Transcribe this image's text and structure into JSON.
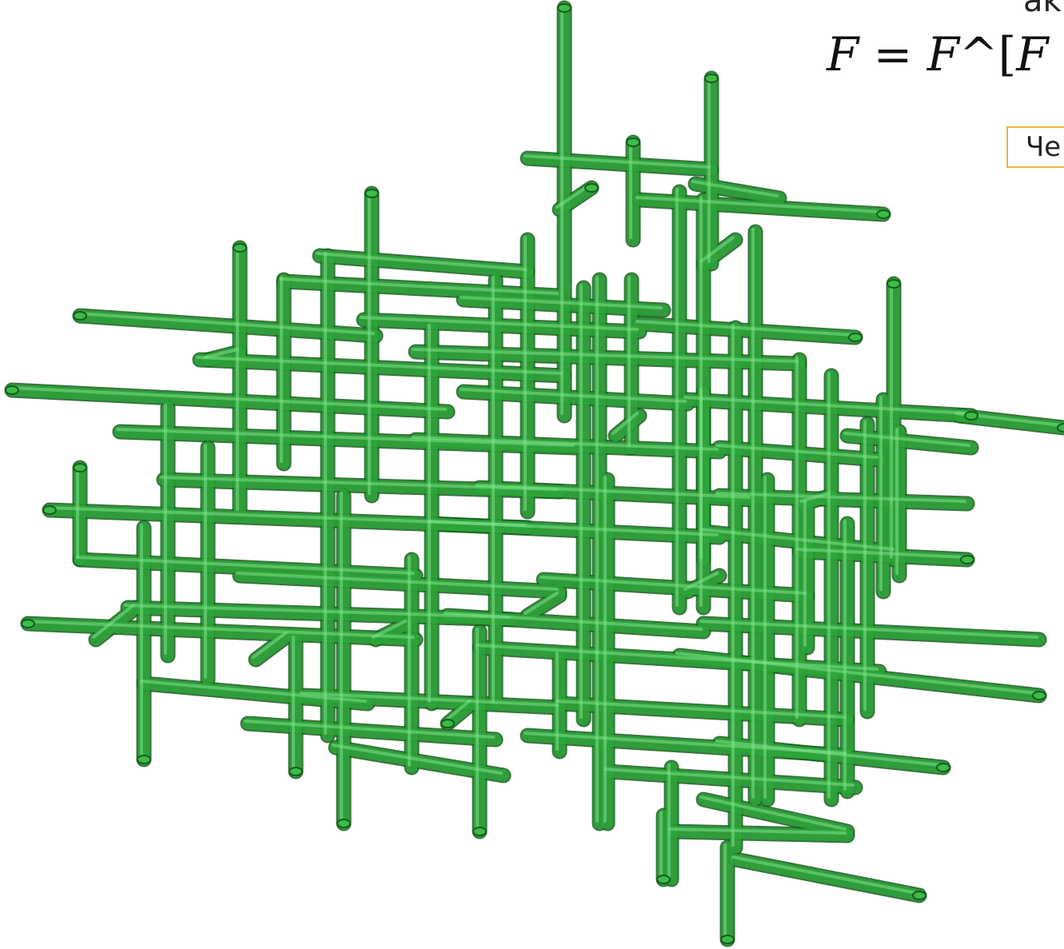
{
  "header": {
    "partial_text": "ak"
  },
  "formula": {
    "lhs": "F",
    "equals": " = ",
    "rhs_var": "F",
    "caret_bracket": "^[",
    "inner_var": "F",
    "tail": " ,"
  },
  "mode_button": {
    "label": "Че"
  },
  "colors": {
    "tube_fill": "#2ea63a",
    "tube_edge": "#145c1a",
    "button_border": "#f0b43a"
  },
  "icons": {
    "lattice": "fractal-tube-lattice"
  }
}
